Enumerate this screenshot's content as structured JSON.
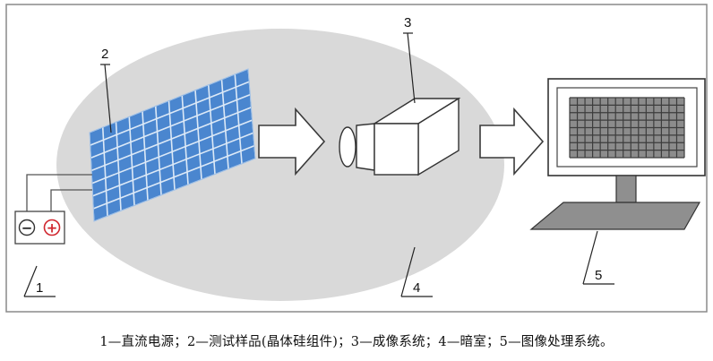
{
  "labels": {
    "l1": "1",
    "l2": "2",
    "l3": "3",
    "l4": "4",
    "l5": "5"
  },
  "battery": {
    "minus": "−",
    "plus": "+"
  },
  "caption": "1—直流电源；2—测试样品(晶体硅组件)；3—成像系统；4—暗室；5—图像处理系统。",
  "colors": {
    "frame": "#8a8a8a",
    "darkroom": "#d9d9d9",
    "panel_cell": "#4a86cf",
    "panel_grid": "#dce9f7",
    "monitor_screen": "#8c8c8c",
    "monitor_grid": "#3d3d3d",
    "keyboard": "#8f8f8f",
    "battery_plus": "#d0262e"
  }
}
